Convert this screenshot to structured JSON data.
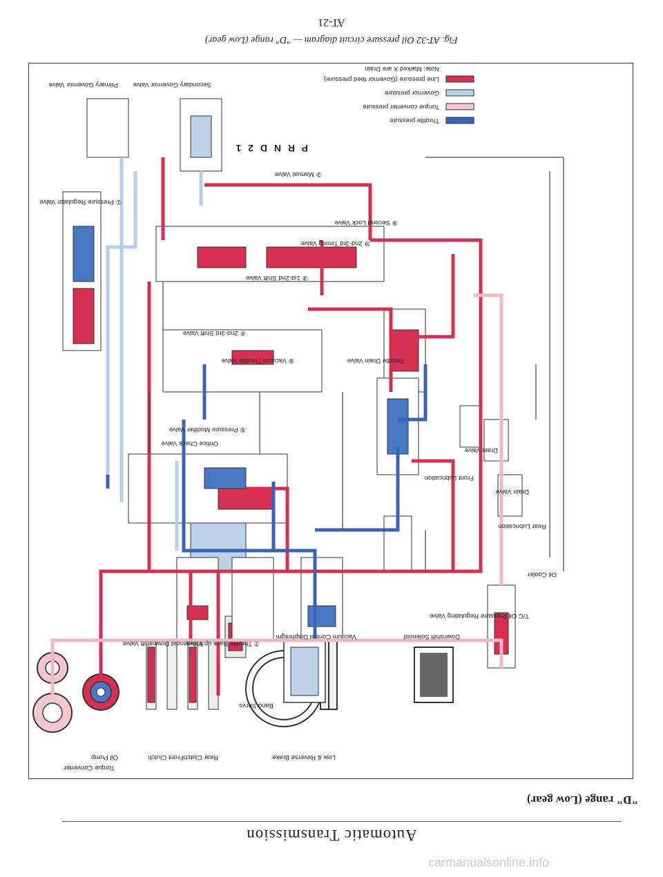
{
  "header": "Automatic Transmission",
  "range_title": "\"D\" range (Low gear)",
  "caption": "Fig. AT-32 Oil pressure circuit diagram — \"D\" range (Low gear)",
  "page_number": "AT-21",
  "watermark": "carmanualsonline.info",
  "labels": {
    "torque_converter": "Torque Converter",
    "oil_pump": "Oil Pump",
    "front_clutch": "Front Clutch",
    "rear_clutch": "Rear Clutch",
    "low_reverse_brake": "Low & Reverse Brake",
    "band_servo": "Band Servo",
    "vacuum_diaphragm": "Vacuum Control Diaphragm",
    "downshift_solenoid": "Downshift Solenoid",
    "tc_regulating_valve": "T/C Oil Pressure Regulating Valve",
    "oil_cooler": "Oil Cooler",
    "rear_lubrication": "Rear Lubrication",
    "drain_valve": "Drain Valve",
    "drain_valve_2": "Drain Valve",
    "front_lubrication": "Front Lubrication",
    "throttle_drain_valve": "Throttle Drain Valve",
    "orifice_check_valve": "Orifice Check Valve",
    "pressure_modifier_valve": "⑤ Pressure Modifier Valve",
    "shift_valve_23": "④ 2nd-3rd Shift Valve",
    "shift_valve_12": "③ 1st-2nd Shift Valve",
    "timing_valve_23": "⑩ 2nd-3rd Timing Valve",
    "second_lock_valve": "⑨ Second Lock Valve",
    "pressure_regulator_valve": "① Pressure Regulator Valve",
    "manual_valve": "② Manual Valve",
    "gear_positions": "P R N D 2 1",
    "primary_governor": "Primary Governor Valve",
    "secondary_governor": "Secondary Governor Valve",
    "vacuum_throttle_valve": "⑥ Vacuum Throttle Valve",
    "throttle_backup_valve": "⑦ Throttle Back up Valve",
    "downshift_valve": "⑧ Solenoid Downshift Valve"
  },
  "legend": {
    "note": "Note: Marked X are Drain",
    "items": [
      "Line pressure (Governor feed pressure)",
      "Governor pressure",
      "Torque converter pressure",
      "Throttle pressure"
    ]
  },
  "colors": {
    "line_pressure": "#d62f4f",
    "governor_pressure": "#bcd1ea",
    "torque_converter_pressure": "#f4c6cf",
    "throttle_pressure": "#3a63b8"
  }
}
